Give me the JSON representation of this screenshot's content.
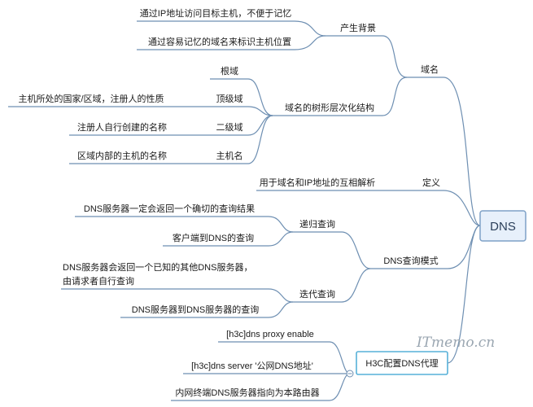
{
  "root": "DNS",
  "branches": {
    "domain": {
      "label": "域名",
      "background": {
        "label": "产生背景",
        "items": [
          "通过IP地址访问目标主机，不便于记忆",
          "通过容易记忆的域名来标识主机位置"
        ]
      },
      "tree": {
        "label": "域名的树形层次化结构",
        "levels": [
          {
            "label": "根域",
            "desc": ""
          },
          {
            "label": "顶级域",
            "desc": "主机所处的国家/区域，注册人的性质"
          },
          {
            "label": "二级域",
            "desc": "注册人自行创建的名称"
          },
          {
            "label": "主机名",
            "desc": "区域内部的主机的名称"
          }
        ]
      }
    },
    "definition": {
      "label": "定义",
      "desc": "用于域名和IP地址的互相解析"
    },
    "query": {
      "label": "DNS查询模式",
      "recursive": {
        "label": "递归查询",
        "items": [
          "DNS服务器一定会返回一个确切的查询结果",
          "客户端到DNS的查询"
        ]
      },
      "iterative": {
        "label": "迭代查询",
        "items": [
          "DNS服务器会返回一个已知的其他DNS服务器，",
          "由请求者自行查询",
          "DNS服务器到DNS服务器的查询"
        ]
      }
    },
    "h3c": {
      "label": "H3C配置DNS代理",
      "items": [
        "[h3c]dns proxy enable",
        "[h3c]dns server '公网DNS地址'",
        "内网终端DNS服务器指向为本路由器"
      ]
    }
  },
  "watermark": "ITmemo.cn",
  "colors": {
    "line": "#6e8fb2",
    "h3c_border": "#57b0d8",
    "root_fill": "#e7f0fb"
  }
}
